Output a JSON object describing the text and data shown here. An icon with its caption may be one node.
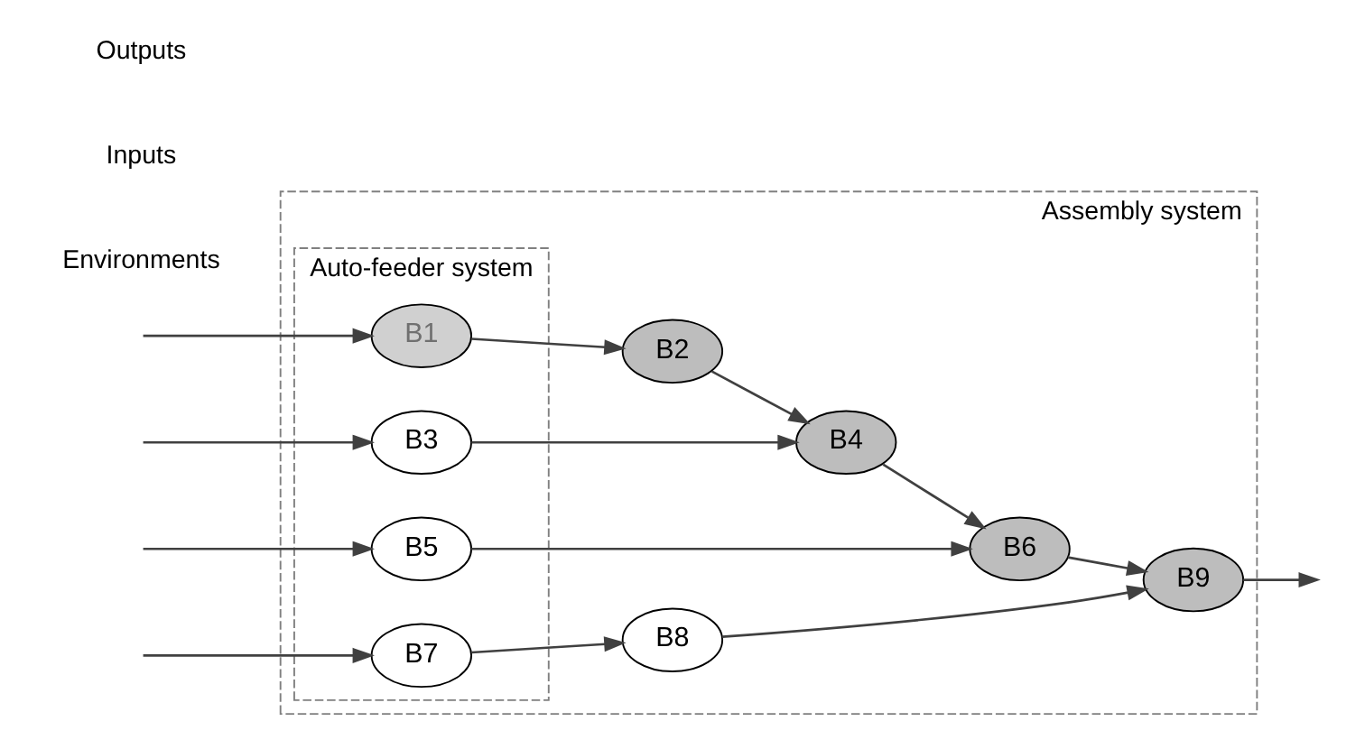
{
  "diagram": {
    "nodes": [
      {
        "text": [
          "Assembly system"
        ]
      },
      {
        "text": [
          "Auto-feeder system"
        ],
        "in": 0
      },
      {
        "text": [
          "B1"
        ],
        "in": 1
      },
      {
        "text": [
          "B2"
        ],
        "in": 0
      },
      {
        "text": [
          "B3"
        ],
        "in": 1
      },
      {
        "text": [
          "B4"
        ],
        "in": 0
      },
      {
        "text": [
          "B5"
        ],
        "in": 1
      },
      {
        "text": [
          "B6"
        ],
        "in": 0
      },
      {
        "text": [
          "B7"
        ],
        "in": 1
      },
      {
        "text": [
          "B8"
        ],
        "in": 0
      },
      {
        "text": [
          "B9"
        ],
        "in": 0
      }
    ],
    "edges": [
      {
        "from": null,
        "to": 2,
        "arrow": "to"
      },
      {
        "from": null,
        "to": 4,
        "arrow": "to"
      },
      {
        "from": null,
        "to": 6,
        "arrow": "to"
      },
      {
        "from": null,
        "to": 8,
        "arrow": "to"
      },
      {
        "from": 2,
        "to": 3,
        "arrow": "to"
      },
      {
        "from": 3,
        "to": 5,
        "arrow": "to"
      },
      {
        "from": 4,
        "to": 5,
        "arrow": "to"
      },
      {
        "from": 5,
        "to": 7,
        "arrow": "to"
      },
      {
        "from": 6,
        "to": 7,
        "arrow": "to"
      },
      {
        "from": 7,
        "to": 10,
        "arrow": "to"
      },
      {
        "from": 8,
        "to": 9,
        "arrow": "to"
      },
      {
        "from": 9,
        "to": 10,
        "arrow": "to"
      },
      {
        "from": 10,
        "to": null,
        "arrow": "to"
      }
    ],
    "labels": [
      "Environments",
      "Inputs",
      "Outputs"
    ]
  }
}
